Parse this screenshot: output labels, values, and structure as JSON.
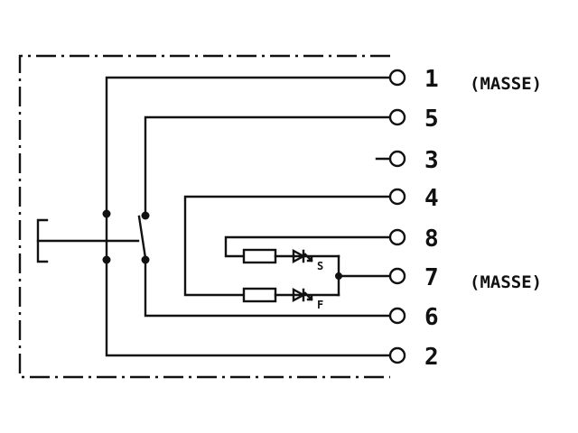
{
  "diagram": {
    "terminals": [
      {
        "id": "t1",
        "label": "1",
        "note": "(MASSE)"
      },
      {
        "id": "t5",
        "label": "5",
        "note": ""
      },
      {
        "id": "t3",
        "label": "3",
        "note": ""
      },
      {
        "id": "t4",
        "label": "4",
        "note": ""
      },
      {
        "id": "t8",
        "label": "8",
        "note": ""
      },
      {
        "id": "t7",
        "label": "7",
        "note": "(MASSE)"
      },
      {
        "id": "t6",
        "label": "6",
        "note": ""
      },
      {
        "id": "t2",
        "label": "2",
        "note": ""
      }
    ],
    "component_tags": {
      "upper": "S",
      "lower": "F"
    }
  }
}
